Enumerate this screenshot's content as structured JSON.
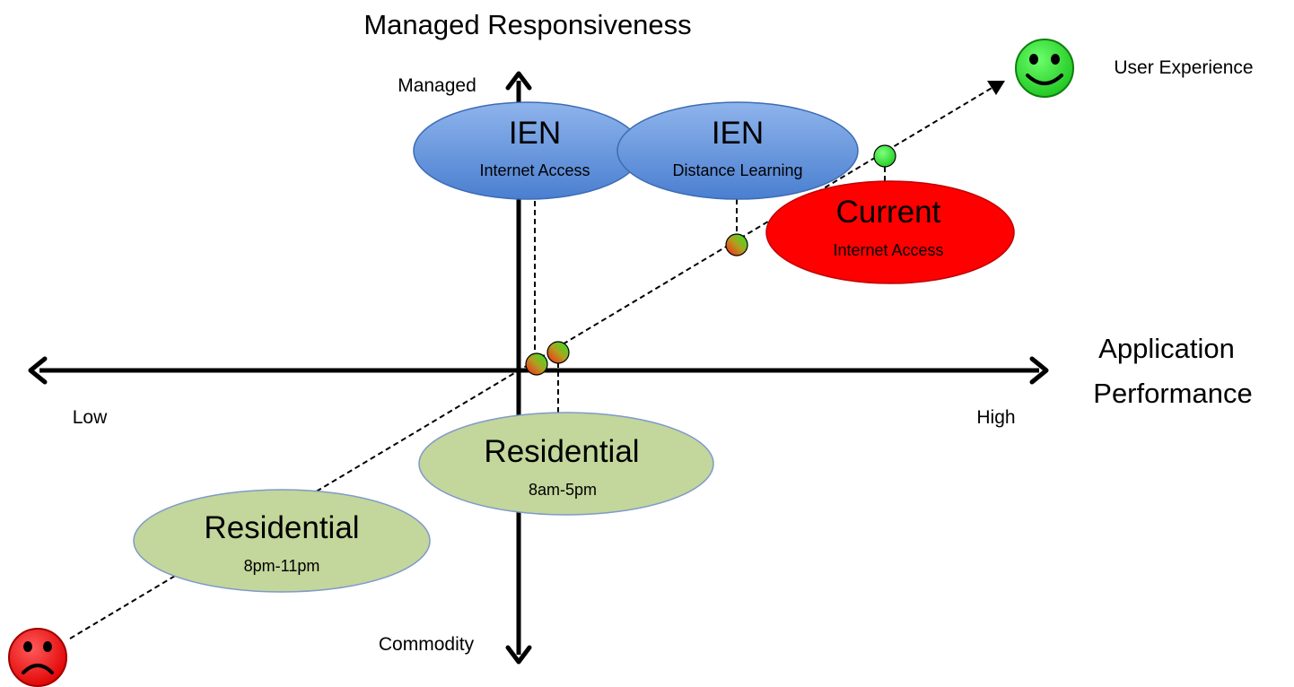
{
  "diagram": {
    "y_axis_title": "Managed Responsiveness",
    "y_axis_top_label": "Managed",
    "y_axis_bottom_label": "Commodity",
    "x_axis_title_line1": "Application",
    "x_axis_title_line2": "Performance",
    "x_axis_left_label": "Low",
    "x_axis_right_label": "High",
    "trend_label": "User Experience",
    "colors": {
      "ien_blue": "#5b8fd9",
      "current_red": "#ff0000",
      "residential_green": "#c3d69b",
      "smiley_green": "#33dd33",
      "frown_red": "#ff2020"
    },
    "icons": {
      "happy": "smiley-face-icon",
      "sad": "frowning-face-icon"
    }
  },
  "ellipses": {
    "ien_internet": {
      "title": "IEN",
      "subtitle": "Internet Access"
    },
    "ien_distance": {
      "title": "IEN",
      "subtitle": "Distance Learning"
    },
    "current_internet": {
      "title": "Current",
      "subtitle": "Internet Access"
    },
    "residential_day": {
      "title": "Residential",
      "subtitle": "8am-5pm"
    },
    "residential_evening": {
      "title": "Residential",
      "subtitle": "8pm-11pm"
    }
  }
}
